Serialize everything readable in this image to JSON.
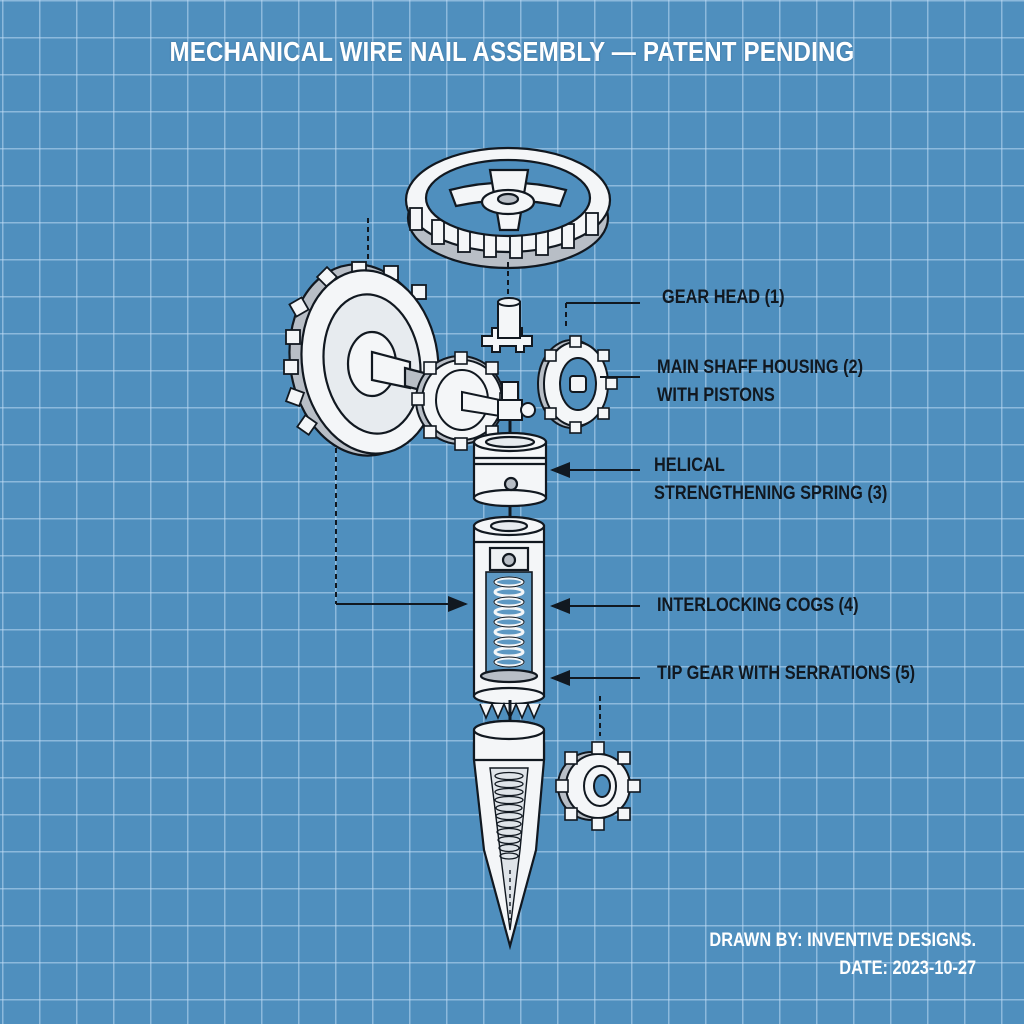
{
  "title": "MECHANICAL WIRE NAIL ASSEMBLY — PATENT PENDING",
  "callouts": [
    {
      "id": 1,
      "lines": [
        "GEAR HEAD (1)"
      ]
    },
    {
      "id": 2,
      "lines": [
        "MAIN SHAFF HOUSING (2)",
        "WITH PISTONS"
      ]
    },
    {
      "id": 3,
      "lines": [
        "HELICAL",
        "STRENGTHENING SPRING (3)"
      ]
    },
    {
      "id": 4,
      "lines": [
        "INTERLOCKING COGS (4)"
      ]
    },
    {
      "id": 5,
      "lines": [
        "TIP GEAR WITH SERRATIONS (5)"
      ]
    }
  ],
  "credits": {
    "drawn_by": "DRAWN BY: INVENTIVE DESIGNS.",
    "date": "DATE: 2023-10-27"
  },
  "colors": {
    "background": "#4f8fbe",
    "grid": "#bedcf5",
    "line_art": "#111820",
    "part_fill": "#f4f6f8",
    "part_shade": "#b8bec6"
  },
  "components": [
    "top-large-gear",
    "left-large-gear-with-shaft",
    "middle-small-gear-with-shaft",
    "small-pinion-gear",
    "right-small-gear",
    "piston-head",
    "spring-housing-cylinder",
    "serrated-tip-gear",
    "nail-tip-cone",
    "detached-side-cog"
  ]
}
